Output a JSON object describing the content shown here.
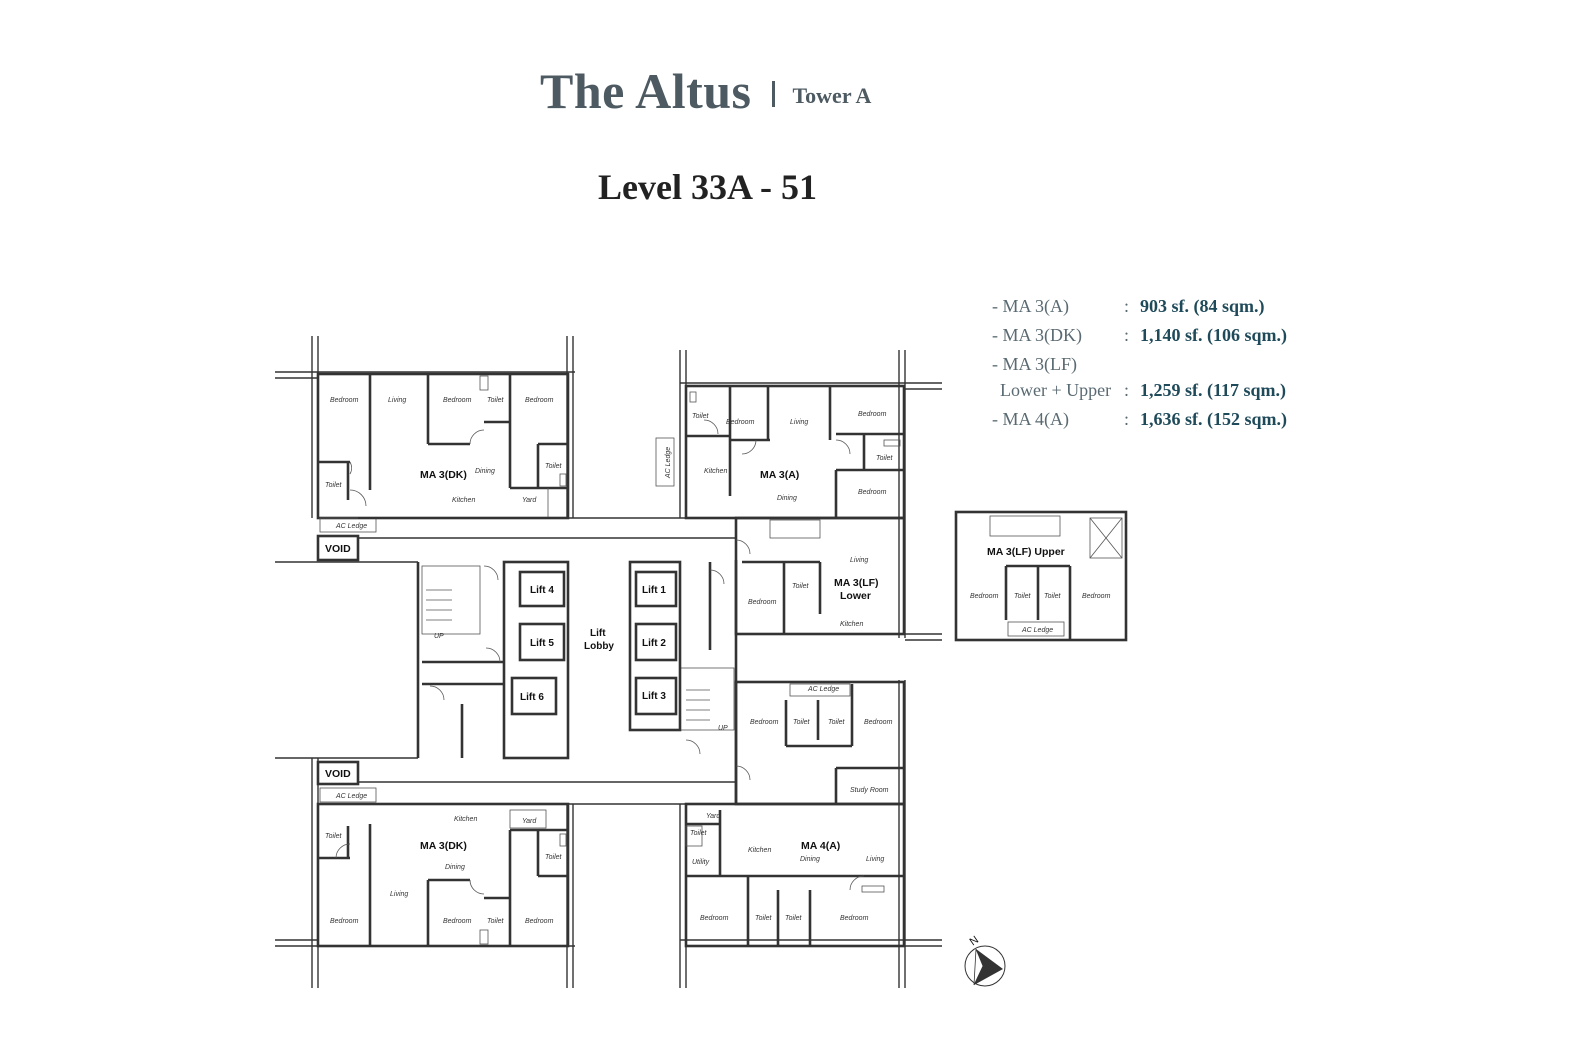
{
  "header": {
    "brand": "The Altus",
    "tower": "Tower A",
    "level": "Level 33A - 51"
  },
  "legend": [
    {
      "name": "- MA 3(A)",
      "value": "903 sf. (84 sqm.)"
    },
    {
      "name": "- MA 3(DK)",
      "value": "1,140 sf. (106 sqm.)"
    },
    {
      "name": "- MA 3(LF)",
      "value": ""
    },
    {
      "name": "Lower + Upper",
      "value": "1,259 sf. (117 sqm.)"
    },
    {
      "name": "- MA 4(A)",
      "value": "1,636 sf. (152 sqm.)"
    }
  ],
  "plan": {
    "units": {
      "ma3dk_top": "MA 3(DK)",
      "ma3a": "MA 3(A)",
      "ma3lf_lower_1": "MA 3(LF)",
      "ma3lf_lower_2": "Lower",
      "ma3lf_upper": "MA 3(LF) Upper",
      "ma4a": "MA 4(A)",
      "ma3dk_bottom": "MA 3(DK)"
    },
    "lifts": [
      "Lift 1",
      "Lift 2",
      "Lift 3",
      "Lift 4",
      "Lift 5",
      "Lift 6"
    ],
    "lobby_1": "Lift",
    "lobby_2": "Lobby",
    "void": "VOID",
    "rooms": {
      "bedroom": "Bedroom",
      "living": "Living",
      "toilet": "Toilet",
      "kitchen": "Kitchen",
      "dining": "Dining",
      "yard": "Yard",
      "ac_ledge": "AC Ledge",
      "study": "Study Room",
      "utility": "Utility",
      "up": "UP"
    },
    "north": "N"
  },
  "colors": {
    "title": "#4d5a62",
    "value": "#1f4a5a",
    "wall": "#333333"
  }
}
